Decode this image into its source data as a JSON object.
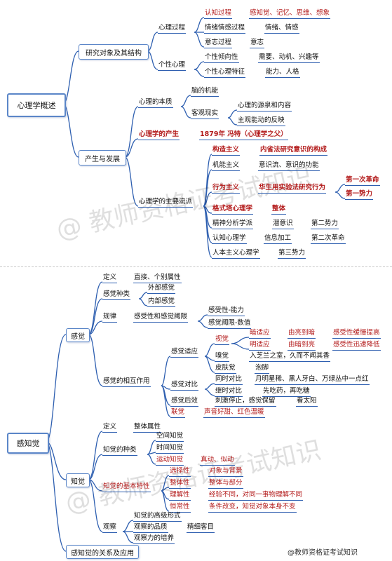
{
  "colors": {
    "branch": "#2e5fb0",
    "accent": "#b31b1b",
    "text": "#111111",
    "box_border": "#5b86c8"
  },
  "part1": {
    "root": "心理学概述",
    "research": "研究对象及其结构",
    "mental_process": "心理过程",
    "cognition": "认知过程",
    "cognition_detail": "感知觉、记忆、思维、想象",
    "emotion": "情绪情感过程",
    "emotion_detail": "情绪、情感",
    "will": "意志过程",
    "will_detail": "意志",
    "personality": "个性心理",
    "tendency": "个性倾向性",
    "tendency_detail": "需要、动机、兴趣等",
    "trait": "个性心理特征",
    "trait_detail": "能力、人格",
    "origin": "产生与发展",
    "essence": "心理的本质",
    "brain": "脑的机能",
    "reality": "客观现实",
    "source": "心理的源泉和内容",
    "reflect": "主观能动的反映",
    "birth": "心理学的产生",
    "birth_detail": "1879年 冯特（心理学之父）",
    "schools": "心理学的主要流派",
    "structuralism": "构造主义",
    "structuralism_detail": "内省法研究意识的构成",
    "functionalism": "机能主义",
    "functionalism_detail": "意识流、意识的功能",
    "behaviorism": "行为主义",
    "behaviorism_detail": "华生用实验法研究行为",
    "first_revolution": "第一次革命",
    "first_force": "第一势力",
    "gestalt": "格式塔心理学",
    "gestalt_detail": "整体",
    "psychoanalysis": "精神分析学派",
    "unconscious": "潜意识",
    "second_force": "第二势力",
    "cognitive": "认知心理学",
    "info": "信息加工",
    "second_revolution": "第二次革命",
    "humanism": "人本主义心理学",
    "third_force": "第三势力"
  },
  "part2": {
    "root": "感知觉",
    "sensation": "感觉",
    "def1": "定义",
    "def1_detail": "直接、个别属性",
    "kinds1": "感觉种类",
    "external": "外部感觉",
    "internal": "内部感觉",
    "rule": "规律",
    "rule_detail": "感受性和感觉阈限",
    "sensitivity": "感受性-能力",
    "threshold": "感觉阈限-数值",
    "interaction": "感觉的相互作用",
    "adaptation": "感觉适应",
    "vision": "视觉",
    "dark_adapt": "暗适应",
    "dark_detail": "由亮到暗",
    "dark_result": "感受性缓慢提高",
    "light_adapt": "明适应",
    "light_detail": "由暗到亮",
    "light_result": "感受性迅速降低",
    "smell": "嗅觉",
    "smell_detail": "入芝兰之室，久而不闻其香",
    "skin": "皮肤觉",
    "skin_detail": "泡脚",
    "contrast": "感觉对比",
    "simul": "同时对比",
    "simul_detail": "月明星稀、黑人牙白、万绿丛中一点红",
    "succ": "继时对比",
    "succ_detail": "先吃药，再吃糖",
    "after": "感觉后效",
    "after_detail": "刺激停止，感觉保留",
    "after_example": "看太阳",
    "synes": "联觉",
    "synes_detail": "声音好甜、红色温暖",
    "perception": "知觉",
    "def2": "定义",
    "def2_detail": "整体属性",
    "kinds2": "知觉的种类",
    "space": "空间知觉",
    "time": "时间知觉",
    "motion": "运动知觉",
    "motion_detail": "真动、似动",
    "features": "知觉的基本特性",
    "selective": "选择性",
    "selective_detail": "对象与背景",
    "wholeness": "整体性",
    "wholeness_detail": "整体与部分",
    "understanding": "理解性",
    "understanding_detail": "经验不同，对同一事物理解不同",
    "constancy": "恒常性",
    "constancy_detail": "条件改变，知觉对象本身不变",
    "observation": "观察",
    "obs1": "知觉的高级形式",
    "obs2": "观察的品质",
    "obs2_detail": "精细客目",
    "obs3": "观察力的培养",
    "relation": "感知觉的关系及应用"
  },
  "watermark": "教师资格证考试知识",
  "credit": "@教师资格证考试知识"
}
